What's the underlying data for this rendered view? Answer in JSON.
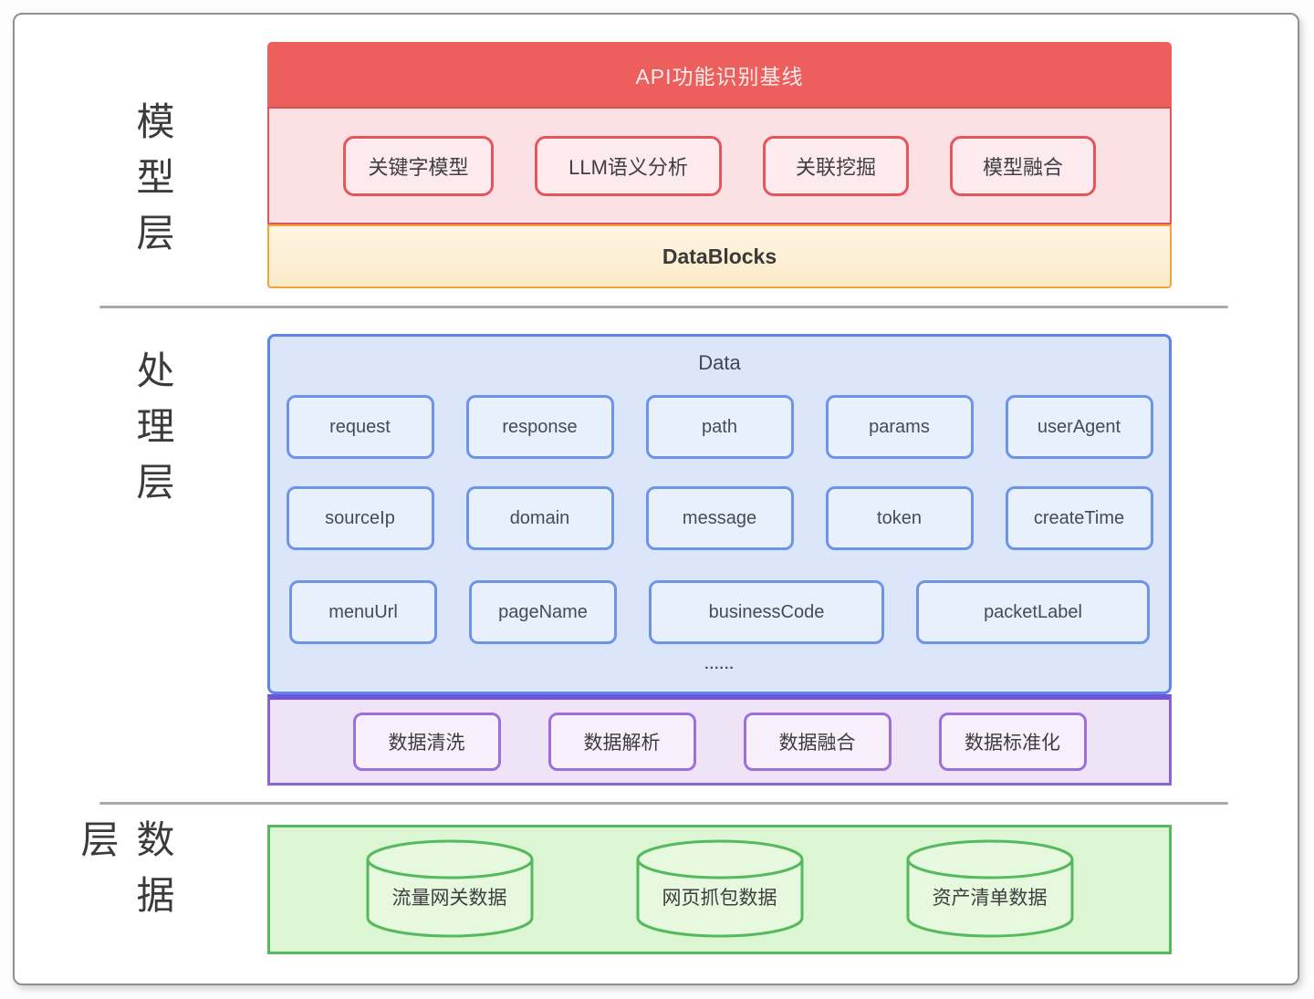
{
  "layers": {
    "model": {
      "label": "模型层",
      "header": "API功能识别基线",
      "boxes": [
        "关键字模型",
        "LLM语义分析",
        "关联挖掘",
        "模型融合"
      ],
      "footer": "DataBlocks"
    },
    "processing": {
      "label": "处理层",
      "data_title": "Data",
      "fields_row1": [
        "request",
        "response",
        "path",
        "params",
        "userAgent"
      ],
      "fields_row2": [
        "sourceIp",
        "domain",
        "message",
        "token",
        "createTime"
      ],
      "fields_row3": [
        "menuUrl",
        "pageName",
        "businessCode",
        "packetLabel"
      ],
      "ellipsis": "......",
      "steps": [
        "数据清洗",
        "数据解析",
        "数据融合",
        "数据标准化"
      ]
    },
    "data": {
      "label": "数据层",
      "databases": [
        "流量网关数据",
        "网页抓包数据",
        "资产清单数据"
      ]
    }
  },
  "colors": {
    "model_header_bg": "#ed5f5c",
    "model_body_bg": "#fbe0e4",
    "model_border": "#e0555e",
    "datablocks_bg": "#fdf1d9",
    "datablocks_border": "#f2a43c",
    "processing_bg": "#dbe6fb",
    "processing_border": "#5c87e8",
    "chip_bg": "#e8effd",
    "chip_border": "#6e94e6",
    "steps_bg": "#efe4f7",
    "steps_border": "#8a63d4",
    "steps_top_border": "#6f55d9",
    "step_box_border": "#9c6fdb",
    "data_bg": "#dcf5d2",
    "data_border": "#57b95f",
    "divider": "#a9a9a9"
  }
}
